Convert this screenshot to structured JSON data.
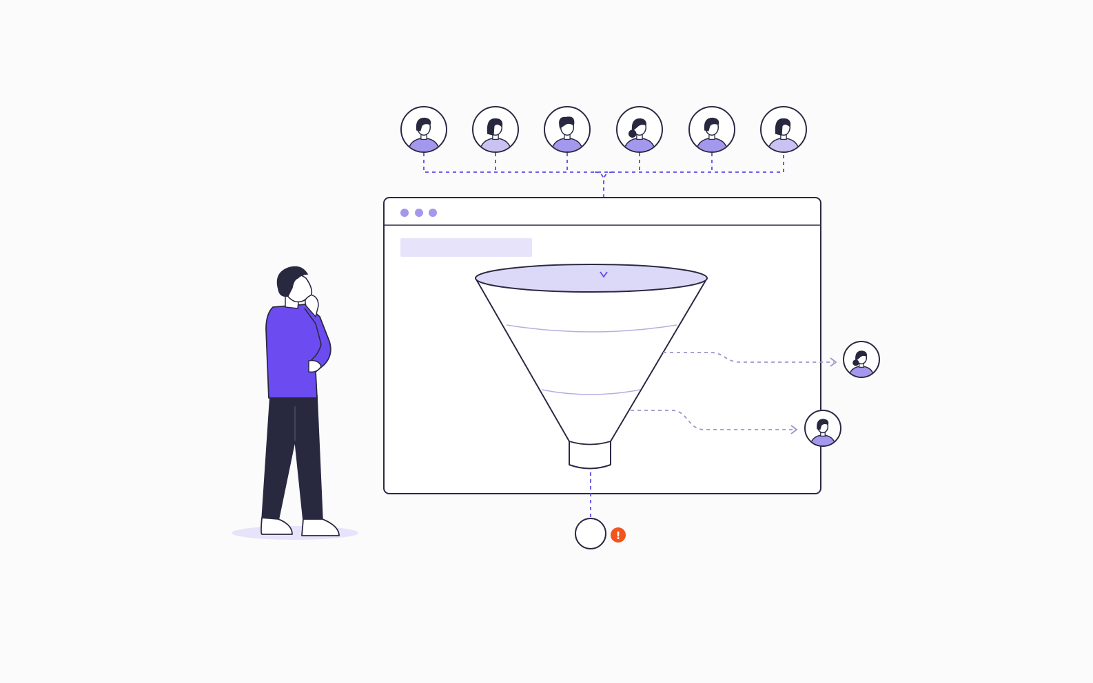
{
  "illustration": {
    "icons": {
      "user_avatar": "user-avatar-icon",
      "funnel": "funnel-icon",
      "window_dots": "window-control-dots",
      "warning": "exclamation-icon",
      "person": "thinking-person-figure"
    },
    "alert": {
      "glyph": "!"
    },
    "colors": {
      "ink": "#2a2942",
      "accent": "#6c4cf0",
      "accent_soft": "#a497ee",
      "lavender_fill": "#dcd8f7",
      "dashed_line": "#5b4be6",
      "dashed_line_soft": "#9b95c8",
      "warning": "#f2541b",
      "pants": "#28283f",
      "background": "#fbfbfc"
    },
    "avatars": [
      {
        "hair": "short"
      },
      {
        "hair": "bob"
      },
      {
        "hair": "curly"
      },
      {
        "hair": "bun"
      },
      {
        "hair": "short"
      },
      {
        "hair": "bob"
      }
    ]
  }
}
